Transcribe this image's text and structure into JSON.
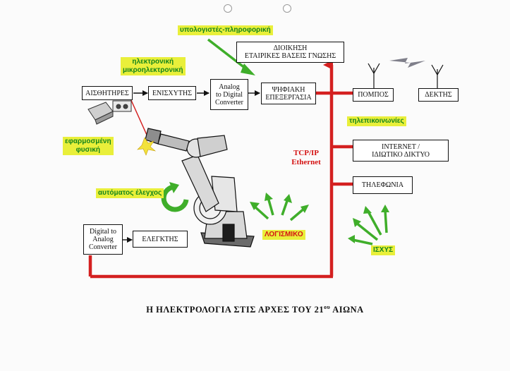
{
  "labels": {
    "computing": "υπολογιστές-πληροφορική",
    "electronics": "ηλεκτρονική\nμικροηλεκτρονική",
    "applied_physics": "εφαρμοσμένη\nφυσική",
    "automatic_control": "αυτόματος έλεγχος",
    "software": "ΛΟΓΙΣΜΙΚΟ",
    "power": "ΙΣΧΥΣ",
    "telecom": "τηλεπικοινωνίες",
    "tcpip": "TCP/IP\nEthernet"
  },
  "boxes": {
    "sensors": "ΑΙΣΘΗΤΗΡΕΣ",
    "amplifiers": "ΕΝΙΣΧΥΤΗΣ",
    "adc": "Analog\nto Digital\nConverter",
    "digital_processing": "ΨΗΦΙΑΚΗ\nΕΠΕΞΕΡΓΑΣΙΑ",
    "management": "ΔΙΟΙΚΗΣΗ\nΕΤΑΙΡΙΚΕΣ ΒΑΣΕΙΣ ΓΝΩΣΗΣ",
    "transmitter": "ΠΟΜΠΟΣ",
    "receiver": "ΔΕΚΤΗΣ",
    "internet": "INTERNET /\nΙΔΙΩΤΙΚΟ ΔΙΚΤΥΟ",
    "telephony": "ΤΗΛΕΦΩΝΙΑ",
    "dac": "Digital to\nAnalog\nConverter",
    "controller": "ΕΛΕΓΚΤΗΣ"
  },
  "caption": {
    "main": "Η ΗΛΕΚΤΡΟΛΟΓΙΑ ΣΤΙΣ ΑΡΧΕΣ ΤΟΥ 21",
    "sup": "ου",
    "end": " ΑΙΩΝΑ"
  },
  "colors": {
    "bus_red": "#d42020",
    "arrow_green": "#3fae2a",
    "label_green": "#15851d",
    "highlight_yellow": "#e9ef3a"
  }
}
